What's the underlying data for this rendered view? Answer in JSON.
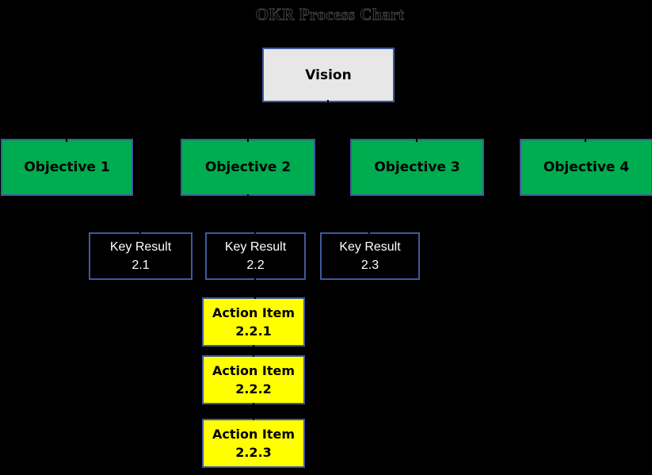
{
  "title": "OKR Process Chart",
  "colors": {
    "background": "#000000",
    "box_border": "#41589D",
    "objective_fill": "#00AC50",
    "vision_fill": "#E8E7E7",
    "action_item_fill": "#FFFF00",
    "key_result_text": "#FFFFFF",
    "label_text": "#000000"
  },
  "vision": {
    "label": "Vision"
  },
  "objectives": [
    {
      "label": "Objective 1"
    },
    {
      "label": "Objective 2"
    },
    {
      "label": "Objective 3"
    },
    {
      "label": "Objective 4"
    }
  ],
  "key_results": [
    {
      "line1": "Key Result",
      "line2": "2.1"
    },
    {
      "line1": "Key Result",
      "line2": "2.2"
    },
    {
      "line1": "Key Result",
      "line2": "2.3"
    }
  ],
  "action_items": [
    {
      "line1": "Action Item",
      "line2": "2.2.1"
    },
    {
      "line1": "Action Item",
      "line2": "2.2.2"
    },
    {
      "line1": "Action Item",
      "line2": "2.2.3"
    }
  ]
}
